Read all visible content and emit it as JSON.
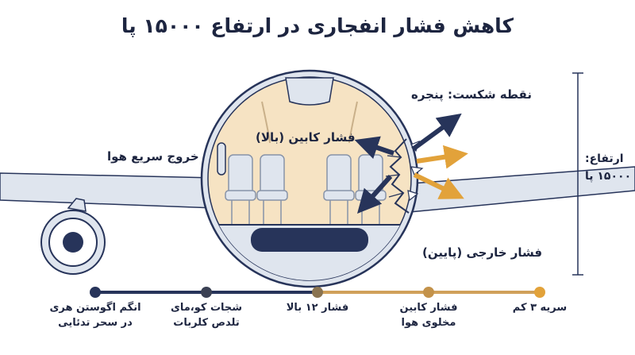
{
  "title": "کاهش فشار انفجاری در ارتفاع ۱۵۰۰۰ پا",
  "labels": {
    "failure_point": "نقطه شکست: پنجره",
    "cabin_pressure": "فشار کابین (بالا)",
    "rapid_outflow": "خروج سریع هوا",
    "outside_pressure": "فشار خارجی (پایین)",
    "altitude_label": "ارتفاع:",
    "altitude_value": "۱۵۰۰۰ پا"
  },
  "colors": {
    "navy": "#27345a",
    "orange": "#e2a23a",
    "cabin_fill": "#f6e3c3"
  },
  "timeline": [
    {
      "text": "انگم اگوستن هری\nدر سحر تدئایی",
      "color": "#27345a"
    },
    {
      "text": "شجات کو،مای\nتلدص کلربات",
      "color": "#3b4154"
    },
    {
      "text": "فشار ۱۲ بالا",
      "color": "#8a7350"
    },
    {
      "text": "فشار کابین\nمخلوی هوا",
      "color": "#c3924a"
    },
    {
      "text": "سریه ۳ کم",
      "color": "#e2a23a"
    }
  ]
}
